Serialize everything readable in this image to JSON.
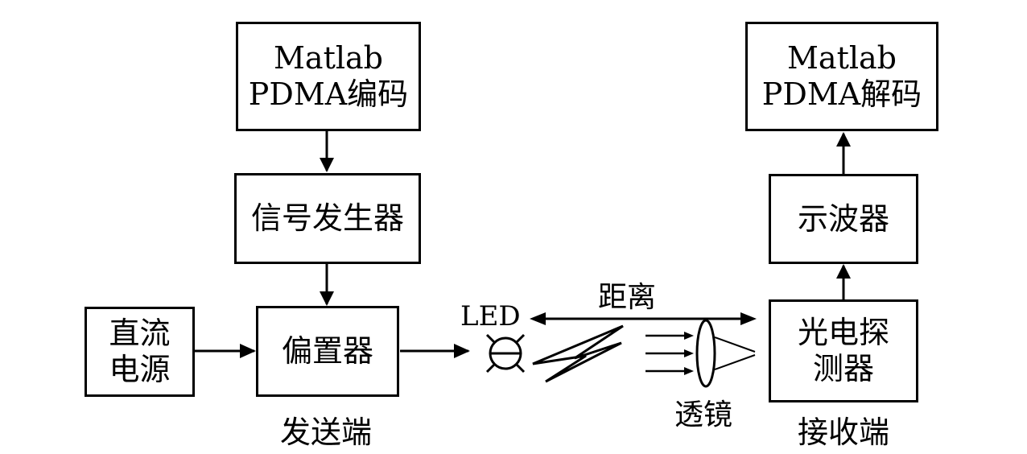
{
  "blocks": {
    "matlab_encode": {
      "line1": "Matlab",
      "line2": "PDMA编码"
    },
    "signal_generator": {
      "label": "信号发生器"
    },
    "dc_power": {
      "line1": "直流",
      "line2": "电源"
    },
    "bias_tee": {
      "label": "偏置器"
    },
    "matlab_decode": {
      "line1": "Matlab",
      "line2": "PDMA解码"
    },
    "oscilloscope": {
      "label": "示波器"
    },
    "photodetector": {
      "line1": "光电探",
      "line2": "测器"
    }
  },
  "labels": {
    "transmitter": "发送端",
    "receiver": "接收端",
    "led": "LED",
    "distance": "距离",
    "lens": "透镜"
  }
}
